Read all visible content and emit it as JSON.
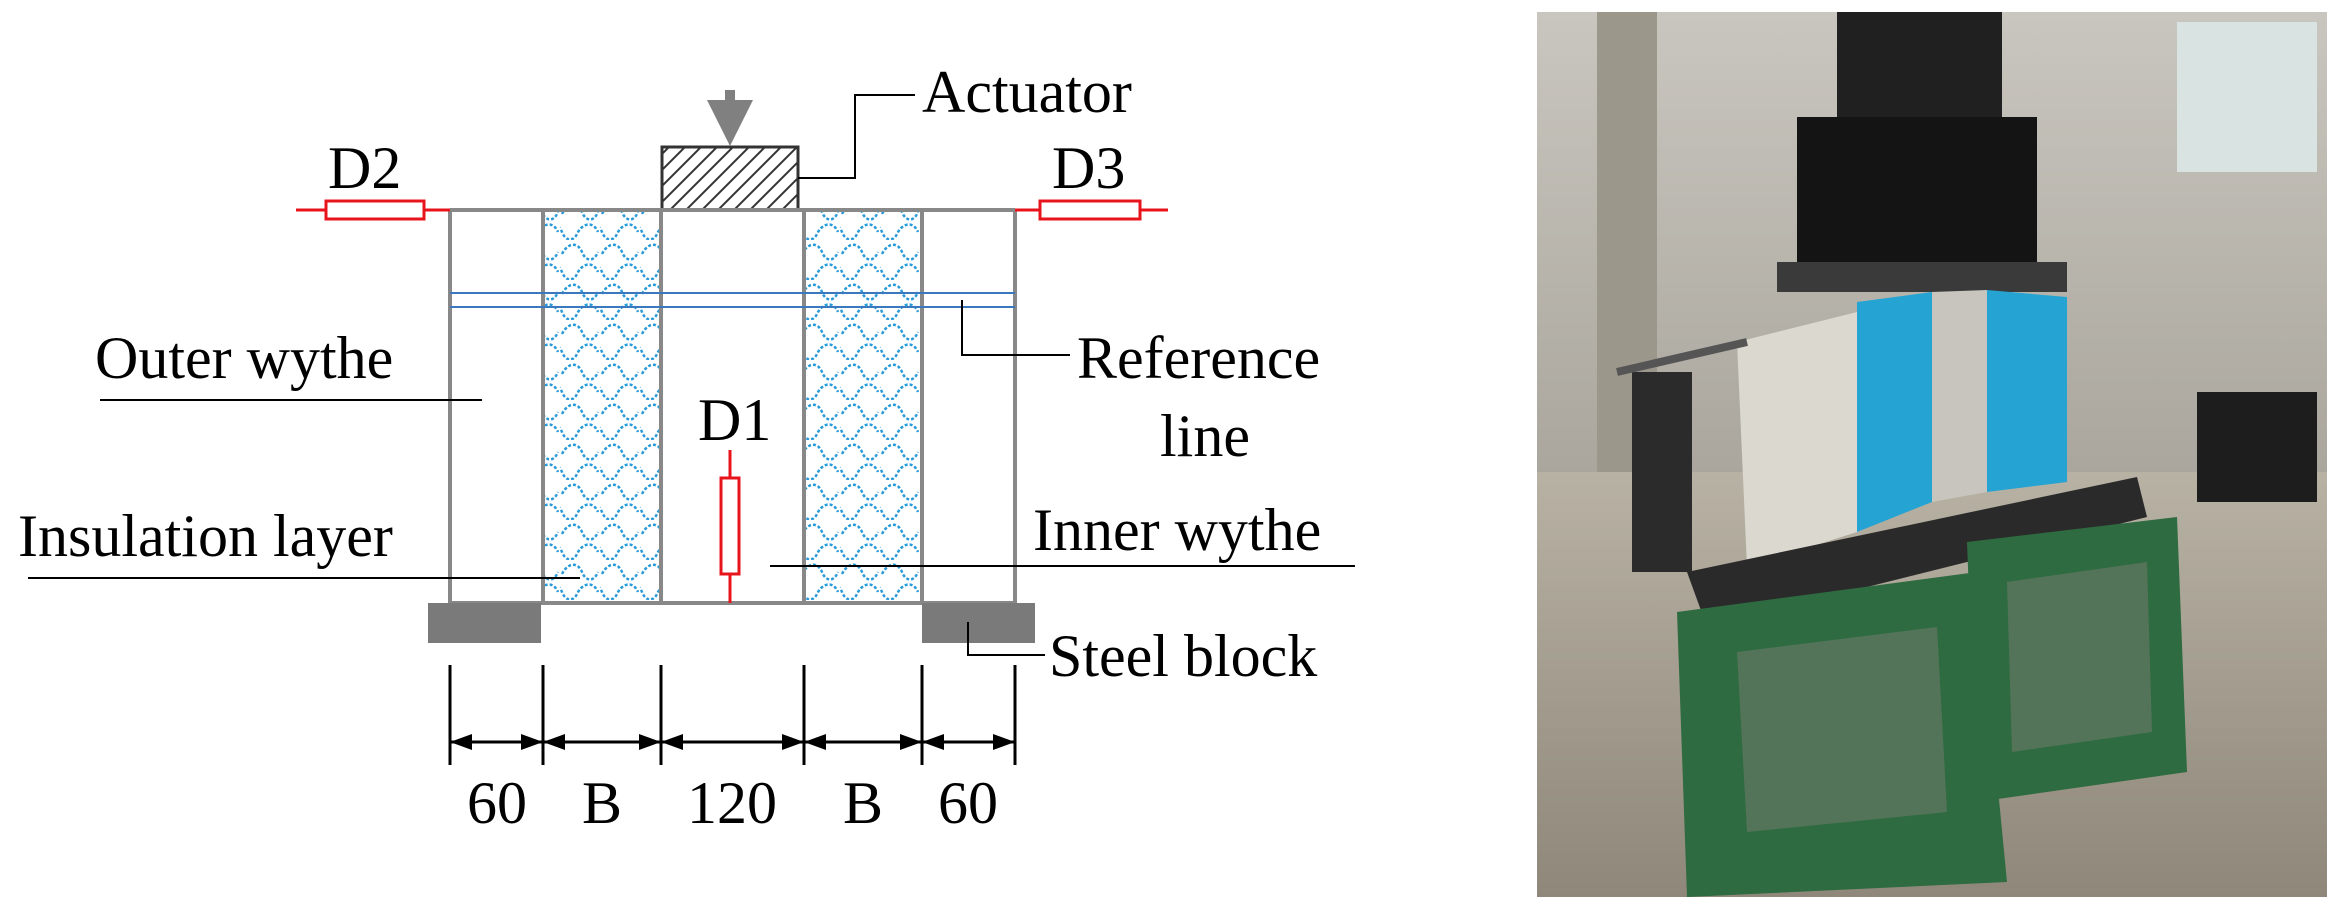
{
  "diagram": {
    "labels": {
      "actuator": "Actuator",
      "d1": "D1",
      "d2": "D2",
      "d3": "D3",
      "outer_wythe": "Outer wythe",
      "reference_line_1": "Reference",
      "reference_line_2": "line",
      "insulation_layer": "Insulation layer",
      "inner_wythe": "Inner wythe",
      "steel_block": "Steel block"
    },
    "dimensions": [
      "60",
      "B",
      "120",
      "B",
      "60"
    ]
  },
  "colors": {
    "lvdt": "#e8141b",
    "insulation_pattern": "#2a9ad8",
    "reference_line": "#3a78c0",
    "steel_block": "#7a7a7a",
    "foam_photo": "#25a4d4",
    "stand_photo": "#2f6b40"
  }
}
